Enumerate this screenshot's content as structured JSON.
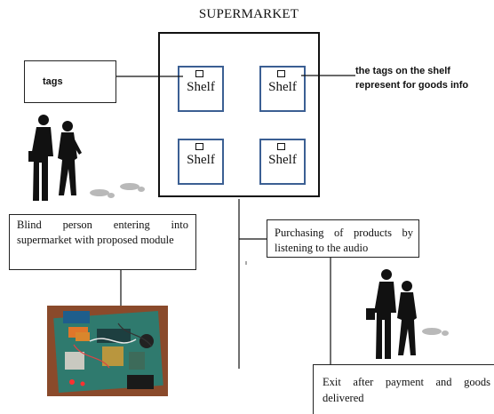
{
  "title": "SUPERMARKET",
  "shelves": [
    {
      "label": "Shelf"
    },
    {
      "label": "Shelf"
    },
    {
      "label": "Shelf"
    },
    {
      "label": "Shelf"
    }
  ],
  "tags_label": "tags",
  "shelf_tags_note": [
    "the tags on the shelf",
    "represent for goods info"
  ],
  "blind_person_note": "Blind person entering into supermarket with proposed module",
  "purchase_note": "Purchasing of products by listening to the audio",
  "exit_note": "Exit after payment and goods delivered",
  "colors": {
    "shelf_border": "#3b5f93",
    "board": "#2f7a6e",
    "board_background": "#9f5a35",
    "figure": "#111111"
  },
  "icons": [
    "walking-couple-icon",
    "footprints-icon",
    "circuit-board-photo"
  ]
}
